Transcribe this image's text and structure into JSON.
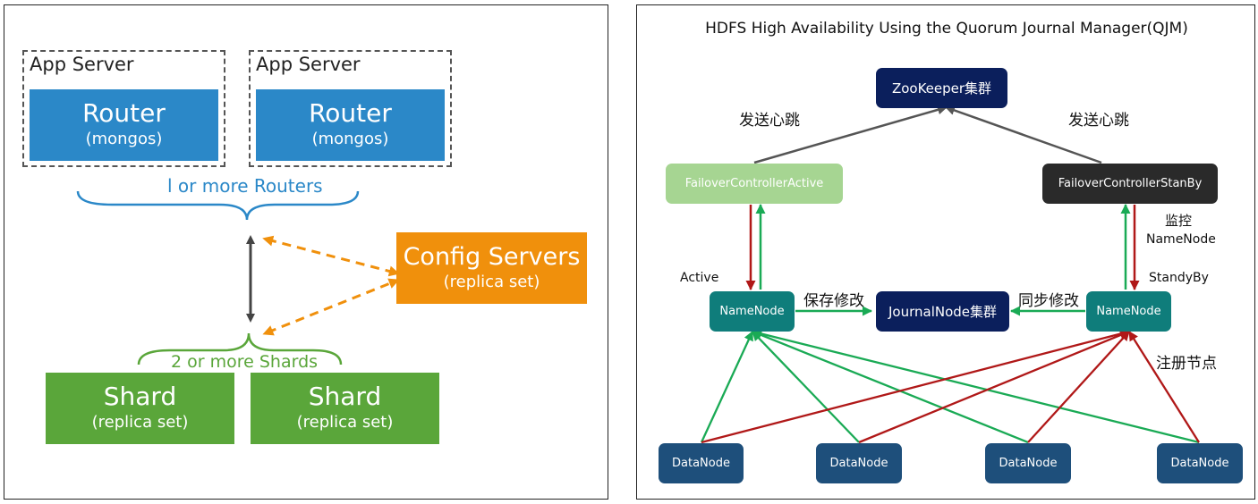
{
  "left": {
    "app_servers": [
      {
        "label": "App Server",
        "router_title": "Router",
        "router_sub": "(mongos)"
      },
      {
        "label": "App Server",
        "router_title": "Router",
        "router_sub": "(mongos)"
      }
    ],
    "routers_label": "l or more Routers",
    "config": {
      "title": "Config Servers",
      "sub": "(replica set)"
    },
    "shards_label": "2 or more Shards",
    "shards": [
      {
        "title": "Shard",
        "sub": "(replica set)"
      },
      {
        "title": "Shard",
        "sub": "(replica set)"
      }
    ],
    "colors": {
      "router": "#2b88c8",
      "shard": "#5aa63a",
      "config": "#f0900c"
    }
  },
  "right": {
    "title": "HDFS High Availability Using the Quorum Journal Manager(QJM)",
    "zookeeper": "ZooKeeper集群",
    "heartbeat_left": "发送心跳",
    "heartbeat_right": "发送心跳",
    "fc_active": "FailoverControllerActive",
    "fc_standby": "FailoverControllerStanBy",
    "monitor_line1": "监控",
    "monitor_line2": "NameNode",
    "active_label": "Active",
    "standby_label": "StandyBy",
    "namenode_left": "NameNode",
    "namenode_right": "NameNode",
    "journal": "JournalNode集群",
    "save_edit": "保存修改",
    "sync_edit": "同步修改",
    "register": "注册节点",
    "datanodes": [
      "DataNode",
      "DataNode",
      "DataNode",
      "DataNode"
    ],
    "colors": {
      "namenode": "#0f7d7b",
      "navy": "#0b1f5c",
      "datanode": "#1e4f7b",
      "fc_active": "#a6d592",
      "fc_standby": "#2a2a2a",
      "arrow_green": "#1aaa55",
      "arrow_red": "#b01818"
    }
  }
}
